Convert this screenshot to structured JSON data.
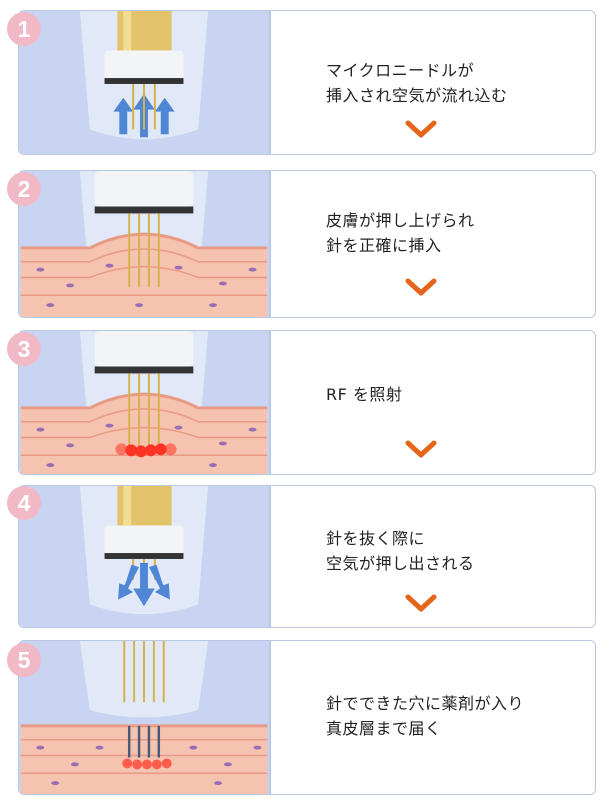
{
  "colors": {
    "accent_chevron": "#e5651b",
    "number_badge": "#f1b8c6",
    "panel_border": "#b8c7e6",
    "illustration_bg": "#c9d4f2",
    "skin_surface": "#f6c3b0",
    "skin_lines": "#e89a86",
    "skin_cells": "#9b6db3",
    "needle": "#d6b24a",
    "rf_heat": "#ff3322",
    "air_arrow": "#4f86d6"
  },
  "steps": [
    {
      "number": "1",
      "lines": [
        "マイクロニードルが",
        "挿入され空気が流れ込む"
      ],
      "icon": "chevron-down-icon"
    },
    {
      "number": "2",
      "lines": [
        "皮膚が押し上げられ",
        "針を正確に挿入"
      ],
      "icon": "chevron-down-icon"
    },
    {
      "number": "3",
      "lines": [
        "RF を照射"
      ],
      "icon": "chevron-down-icon"
    },
    {
      "number": "4",
      "lines": [
        "針を抜く際に",
        "空気が押し出される"
      ],
      "icon": "chevron-down-icon"
    },
    {
      "number": "5",
      "lines": [
        "針でできた穴に薬剤が入り",
        "真皮層まで届く"
      ]
    }
  ]
}
